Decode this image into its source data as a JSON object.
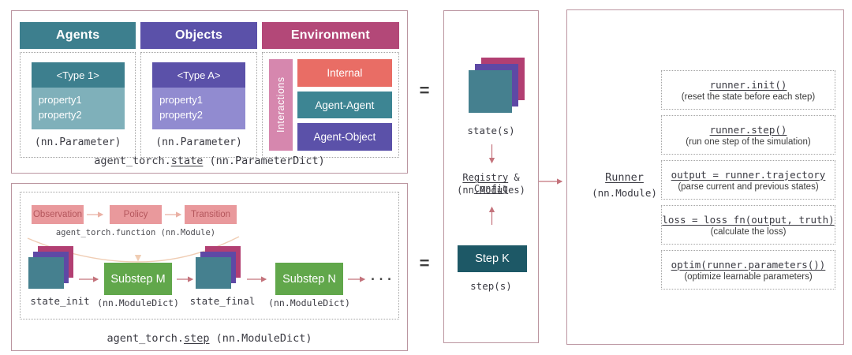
{
  "colors": {
    "teal": "#3d7f8e",
    "teal_light": "#7fb0ba",
    "teal_row": "#3d8593",
    "teal_dark": "#1d5866",
    "teal_card": "#45808f",
    "purple": "#5b51a9",
    "purple_light": "#918bd0",
    "purple_card": "#5e49a5",
    "berry": "#b34878",
    "magenta_card": "#b23f72",
    "pink": "#d687ae",
    "salmon": "#e96d65",
    "salmon_box": "#e9999c",
    "salmon_text": "#b4565c",
    "green": "#61a74b",
    "rose_border": "#bb95a0",
    "rose_arrow": "#c4737c",
    "curve": "#f0cdb4",
    "ink": "#3a3a42",
    "dotted": "#a3a3a3"
  },
  "state_panel": {
    "columns": {
      "agents": {
        "title": "Agents",
        "card_title": "<Type 1>",
        "prop1": "property1",
        "prop2": "property2",
        "caption": "(nn.Parameter)"
      },
      "objects": {
        "title": "Objects",
        "card_title": "<Type A>",
        "prop1": "property1",
        "prop2": "property2",
        "caption": "(nn.Parameter)"
      },
      "environment": {
        "title": "Environment",
        "side_label": "Interactions",
        "rows": [
          "Internal",
          "Agent-Agent",
          "Agent-Object"
        ]
      }
    },
    "caption": {
      "prefix": "agent_torch.",
      "word": "state",
      "suffix": " (nn.ParameterDict)"
    }
  },
  "step_panel": {
    "function_row": {
      "boxes": [
        "Observation",
        "Policy",
        "Transition"
      ],
      "caption": "agent_torch.function (nn.Module)"
    },
    "flow": {
      "state_init_label": "state_init",
      "substep_m_label": "Substep M",
      "substep_m_caption": "(nn.ModuleDict)",
      "state_final_label": "state_final",
      "substep_n_label": "Substep N",
      "substep_n_caption": "(nn.ModuleDict)",
      "ellipsis": "..."
    },
    "caption": {
      "prefix": "agent_torch.",
      "word": "step",
      "suffix": " (nn.ModuleDict)"
    }
  },
  "middle": {
    "equals_top": "=",
    "equals_bottom": "=",
    "states_label": "state(s)",
    "registry": {
      "word1": "Registry",
      "amp": " & ",
      "word2": "Config",
      "caption": "(nn.Modules)"
    },
    "step_box_label": "Step K",
    "steps_label": "step(s)"
  },
  "runner_panel": {
    "title": "Runner",
    "subtitle": "(nn.Module)",
    "items": [
      {
        "code": "runner.init()",
        "desc": "(reset the state before each step)"
      },
      {
        "code": "runner.step()",
        "desc": "(run one step of the simulation)"
      },
      {
        "code": "output = runner.trajectory",
        "desc": "(parse current and previous states)"
      },
      {
        "code": "loss = loss_fn(output, truth)",
        "desc": "(calculate the loss)"
      },
      {
        "code": "optim(runner.parameters())",
        "desc": "(optimize learnable parameters)"
      }
    ]
  }
}
